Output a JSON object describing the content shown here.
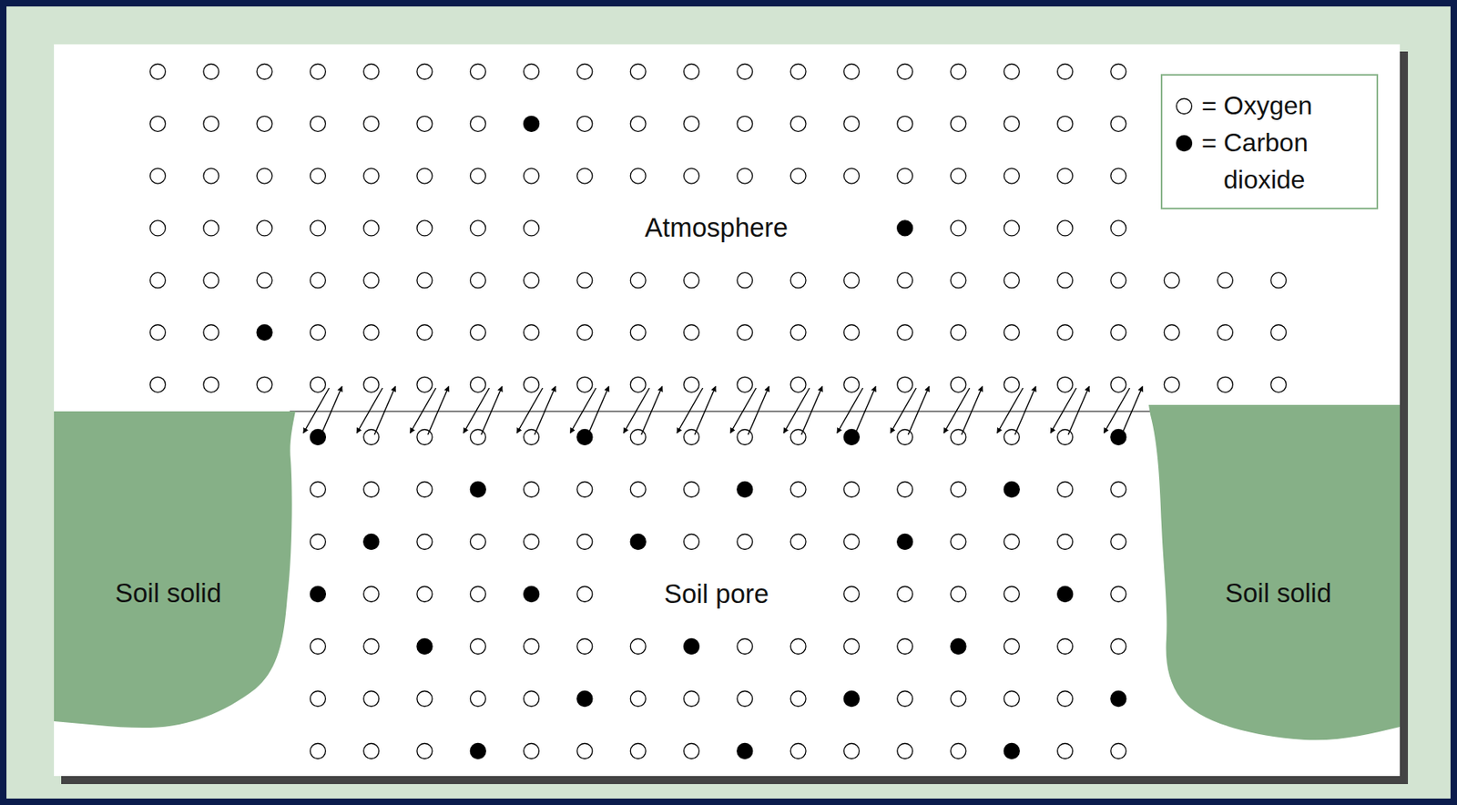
{
  "diagram": {
    "nodes": [
      {
        "text": [
          "Soil solid"
        ]
      },
      {
        "text": [
          "Soil solid"
        ]
      }
    ],
    "labels": [
      "Atmosphere",
      "Soil pore",
      "=",
      "="
    ],
    "legend": [
      {
        "text": "Oxygen"
      },
      {
        "text": "Carbon dioxide"
      }
    ]
  }
}
